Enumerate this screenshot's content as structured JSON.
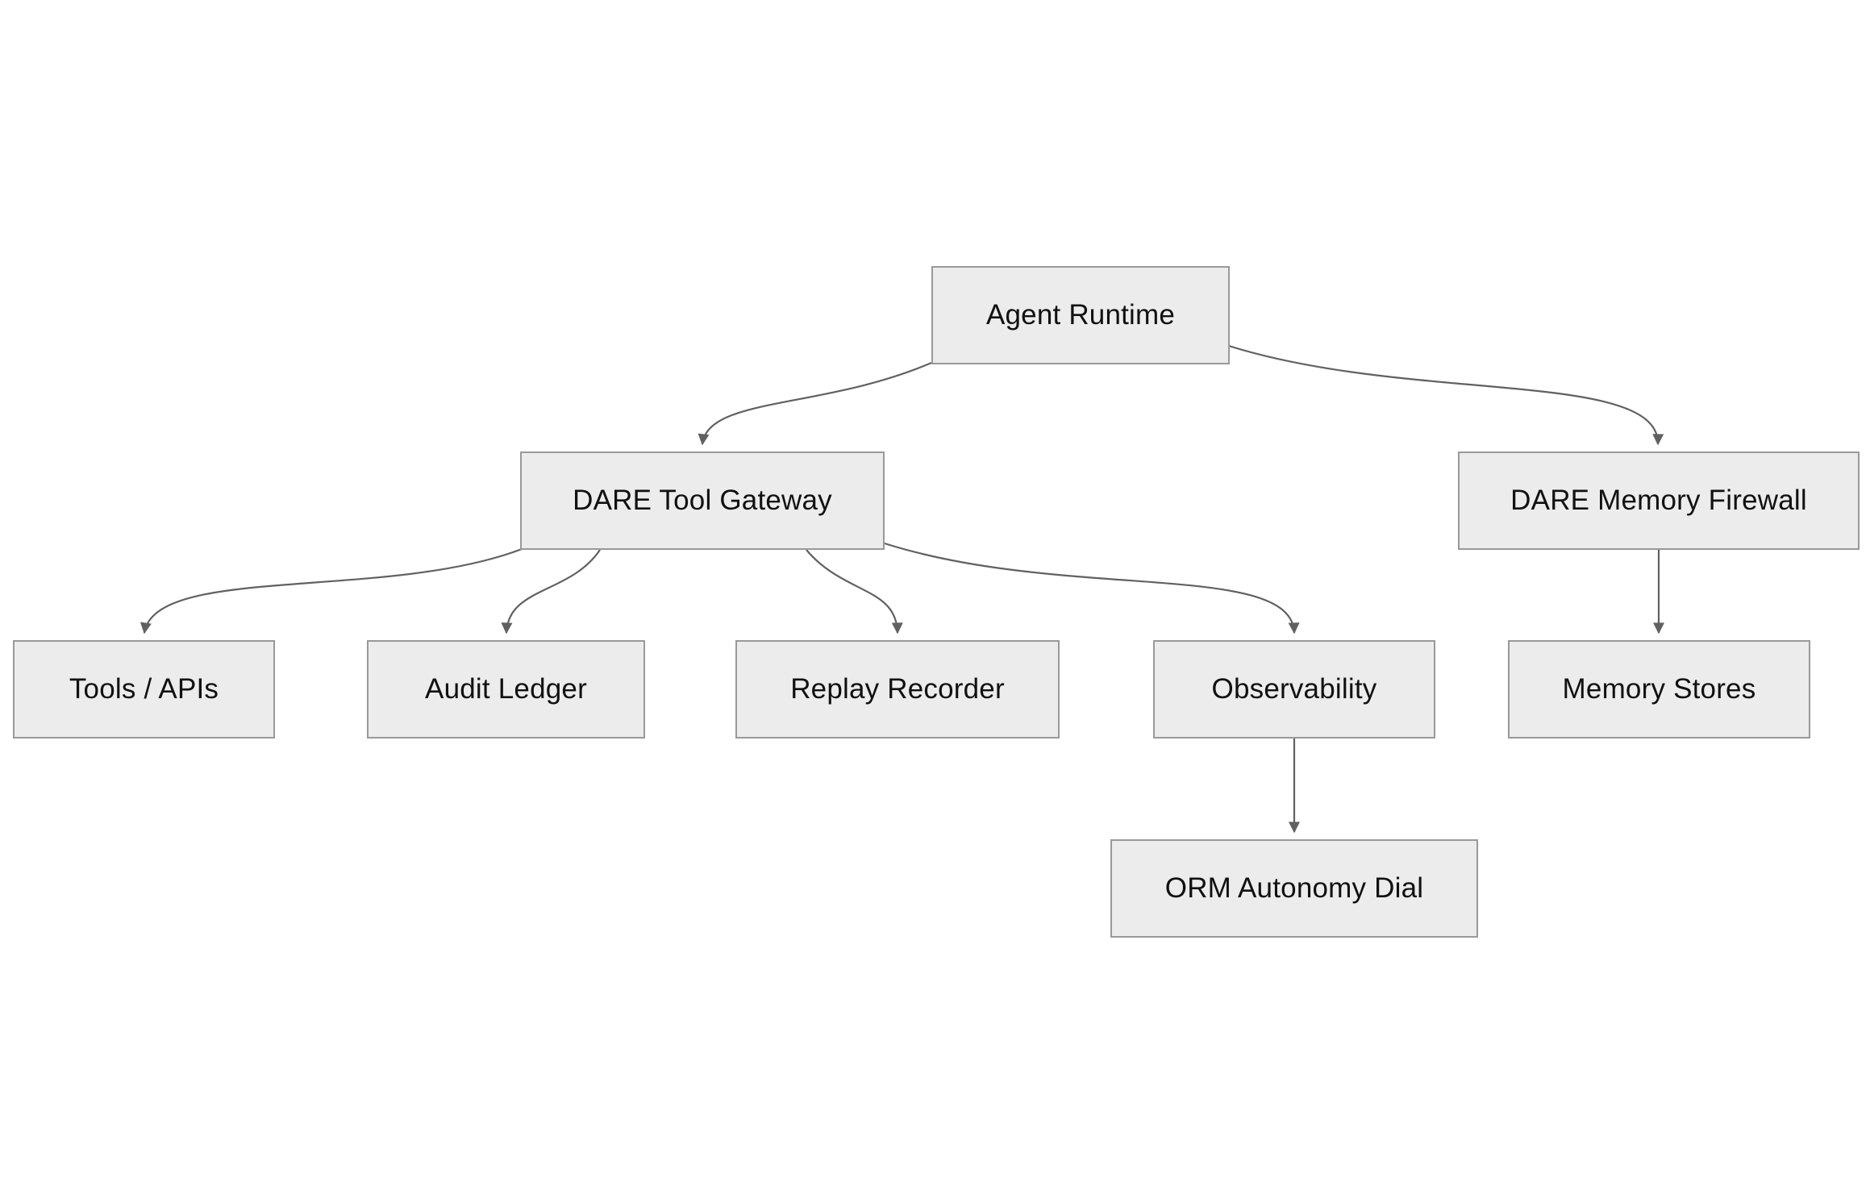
{
  "diagram": {
    "type": "flowchart",
    "direction": "top-down",
    "colors": {
      "background": "#ffffff",
      "node_fill": "#ececec",
      "node_border": "#999999",
      "edge": "#616161",
      "text": "#111111"
    },
    "nodes": [
      {
        "id": "agent-runtime",
        "label": "Agent Runtime"
      },
      {
        "id": "dare-tool-gateway",
        "label": "DARE Tool Gateway"
      },
      {
        "id": "dare-memory-firewall",
        "label": "DARE Memory Firewall"
      },
      {
        "id": "tools-apis",
        "label": "Tools / APIs"
      },
      {
        "id": "audit-ledger",
        "label": "Audit Ledger"
      },
      {
        "id": "replay-recorder",
        "label": "Replay Recorder"
      },
      {
        "id": "observability",
        "label": "Observability"
      },
      {
        "id": "memory-stores",
        "label": "Memory Stores"
      },
      {
        "id": "orm-autonomy-dial",
        "label": "ORM Autonomy Dial"
      }
    ],
    "edges": [
      {
        "from": "agent-runtime",
        "to": "dare-tool-gateway",
        "arrow": "down"
      },
      {
        "from": "agent-runtime",
        "to": "dare-memory-firewall",
        "arrow": "down"
      },
      {
        "from": "dare-tool-gateway",
        "to": "tools-apis",
        "arrow": "down"
      },
      {
        "from": "dare-tool-gateway",
        "to": "audit-ledger",
        "arrow": "down"
      },
      {
        "from": "dare-tool-gateway",
        "to": "replay-recorder",
        "arrow": "down"
      },
      {
        "from": "dare-tool-gateway",
        "to": "observability",
        "arrow": "down"
      },
      {
        "from": "dare-memory-firewall",
        "to": "memory-stores",
        "arrow": "down"
      },
      {
        "from": "observability",
        "to": "orm-autonomy-dial",
        "arrow": "down"
      }
    ]
  }
}
